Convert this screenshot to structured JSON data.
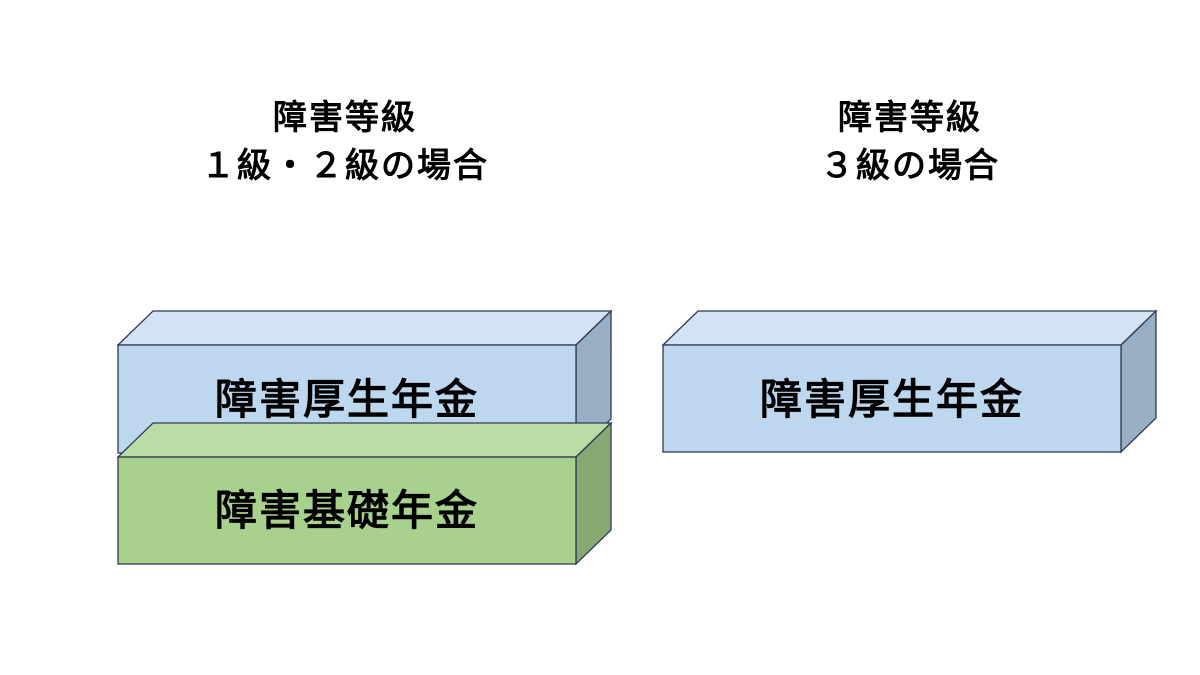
{
  "left_column": {
    "heading_line1": "障害等級",
    "heading_line2": "１級・２級の場合",
    "upper_block_label": "障害厚生年金",
    "lower_block_label": "障害基礎年金"
  },
  "right_column": {
    "heading_line1": "障害等級",
    "heading_line2": "３級の場合",
    "block_label": "障害厚生年金"
  },
  "colors": {
    "kosei_front": "#bdd7ee",
    "kosei_top": "#d2e3f4",
    "kosei_side": "#97aec5",
    "kiso_front": "#a9d18e",
    "kiso_top": "#bcdca6",
    "kiso_side": "#87a871",
    "outline": "#2f3b55"
  }
}
